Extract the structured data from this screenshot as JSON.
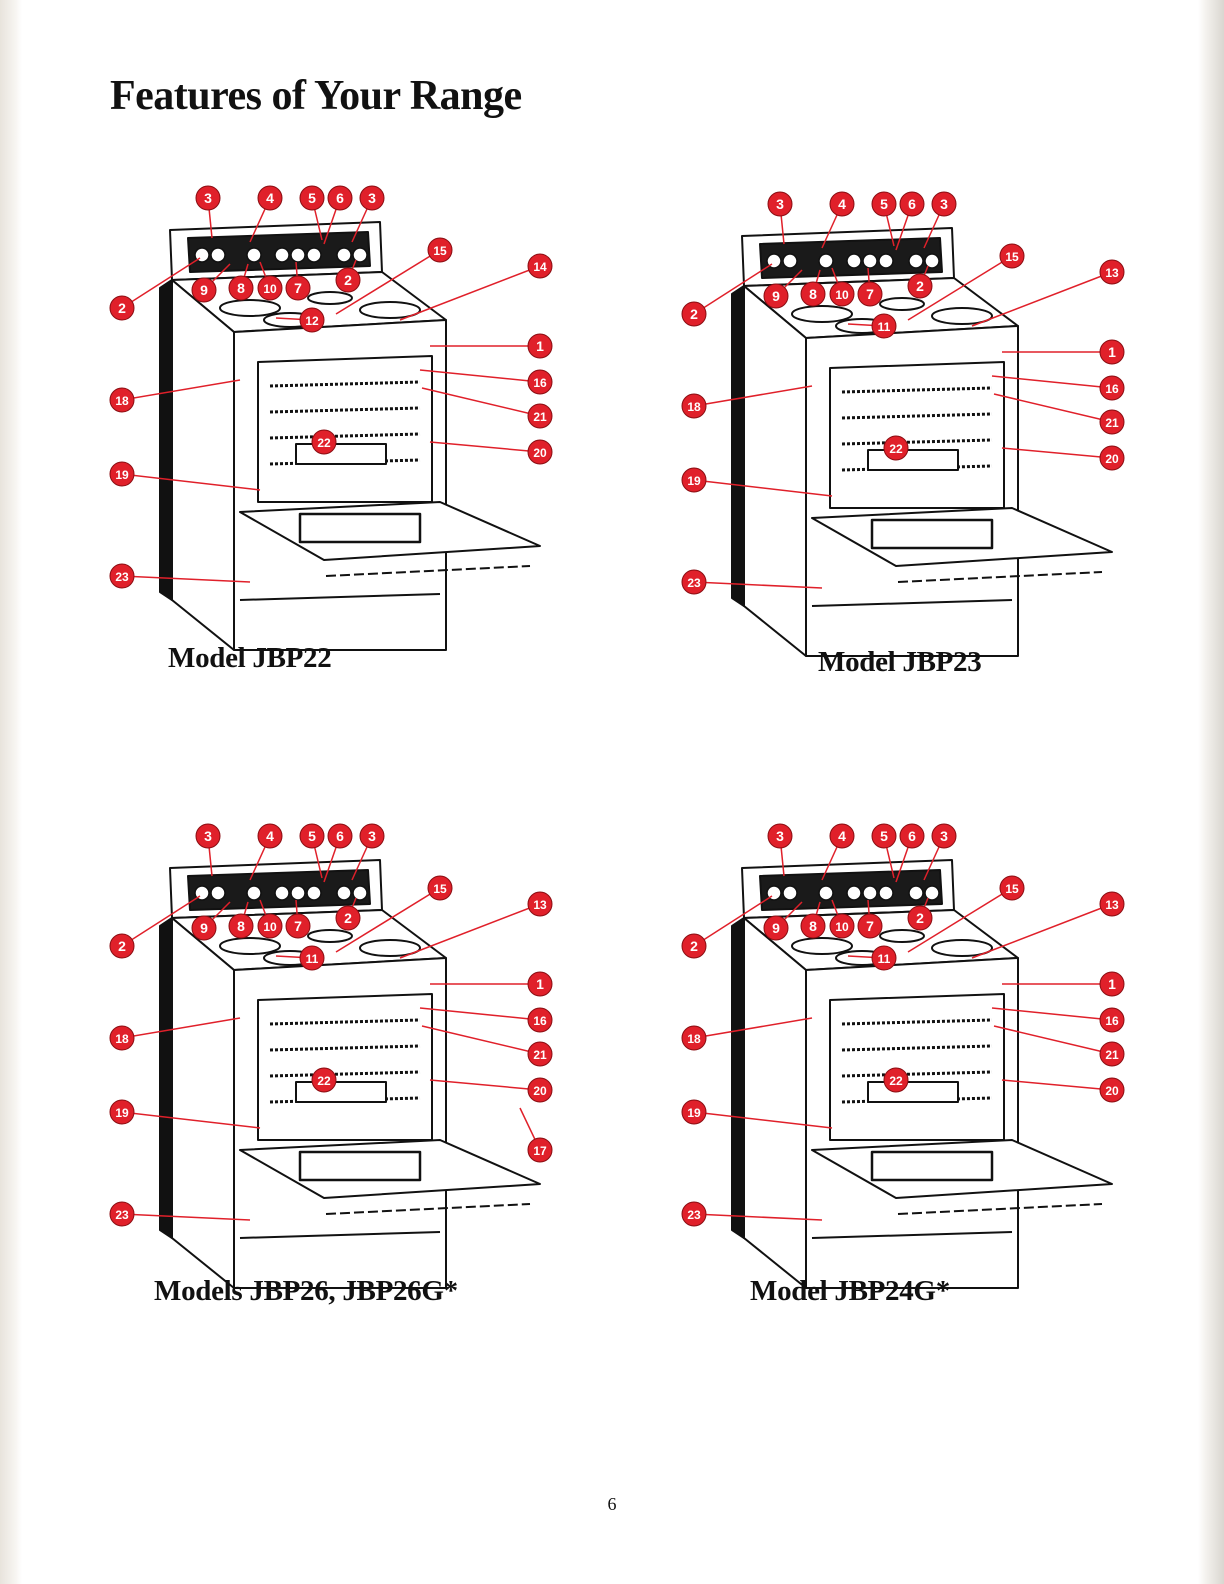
{
  "page": {
    "title": "Features of Your Range",
    "page_number": "6"
  },
  "colors": {
    "callout_fill": "#e0202a",
    "callout_text": "#ffffff",
    "line_art": "#111111"
  },
  "panels": [
    {
      "caption": "Model JBP22"
    },
    {
      "caption": "Model JBP23"
    },
    {
      "caption": "Models JBP26, JBP26G*"
    },
    {
      "caption": "Model JBP24G*"
    }
  ]
}
